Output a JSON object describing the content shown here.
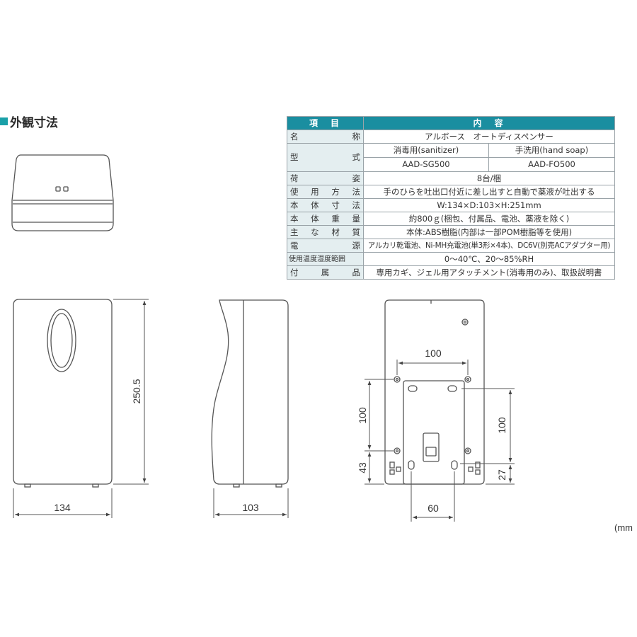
{
  "heading": "外観寸法",
  "spec_table": {
    "header": {
      "item": "項　目",
      "content": "内　容"
    },
    "rows": {
      "name": {
        "label": "名　称",
        "value": "アルボース　オートディスペンサー"
      },
      "model": {
        "label": "型　式",
        "col1_title": "消毒用(sanitizer)",
        "col2_title": "手洗用(hand soap)",
        "col1_model": "AAD-SG500",
        "col2_model": "AAD-FO500"
      },
      "packing": {
        "label": "荷　姿",
        "value": "8台/梱"
      },
      "usage": {
        "label": "使用方法",
        "value": "手のひらを吐出口付近に差し出すと自動で薬液が吐出する"
      },
      "size": {
        "label": "本体寸法",
        "value": "W:134×D:103×H:251mm"
      },
      "weight": {
        "label": "本体重量",
        "value": "約800ｇ(梱包、付属品、電池、薬液を除く)"
      },
      "material": {
        "label": "主な材質",
        "value": "本体:ABS樹脂(内部は一部POM樹脂等を使用)"
      },
      "power": {
        "label": "電　源",
        "value": "アルカリ乾電池、Ni-MH充電池(単3形×4本)、DC6V(別売ACアダプター用)"
      },
      "env": {
        "label": "使用温度湿度範囲",
        "value": "0～40℃、20～85%RH"
      },
      "acc": {
        "label": "付　属　品",
        "value": "専用カギ、ジェル用アタッチメント(消毒用のみ)、取扱説明書"
      }
    }
  },
  "dimensions": {
    "front_height": "250.5",
    "front_width": "134",
    "side_depth": "103",
    "back_top_spacing": "100",
    "back_left_height": "100",
    "back_left_bottom": "43",
    "back_right_height": "100",
    "back_right_bottom": "27",
    "back_bottom_width": "60"
  },
  "unit_label": "(mm"
}
